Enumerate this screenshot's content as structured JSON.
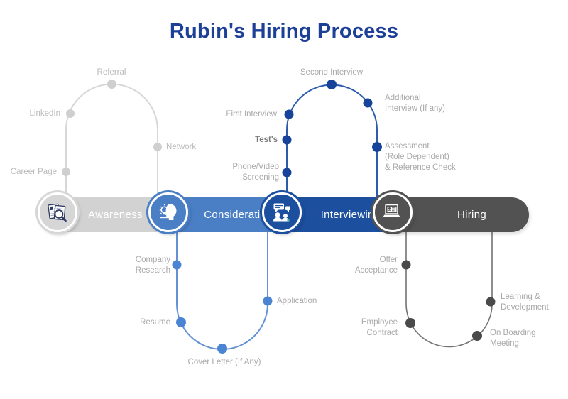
{
  "title": "Rubin's Hiring Process",
  "colors": {
    "title": "#1c3f97",
    "awareness_band": "#d2d2d2",
    "consideration_band": "#4a7ec5",
    "interviewing_band": "#1c4f9e",
    "hiring_band": "#525252",
    "consideration_arc": "#6392d4",
    "interviewing_arc": "#2b5cab",
    "awareness_arc": "#d7d7d7",
    "hiring_arc": "#737373"
  },
  "stages": [
    {
      "label": "Awareness",
      "icon": "resume-search-icon",
      "steps": [
        "Career Page",
        "LinkedIn",
        "Referral",
        "Network"
      ]
    },
    {
      "label": "Consideration",
      "icon": "idea-head-icon",
      "steps": [
        "Company\nResearch",
        "Resume",
        "Cover Letter (If Any)",
        "Application"
      ]
    },
    {
      "label": "Interviewing",
      "icon": "interview-chat-icon",
      "steps": [
        "Phone/Video\nScreening",
        "Test's",
        "First Interview",
        "Second Interview",
        "Additional\nInterview (If any)",
        "Assessment\n(Role Dependent)\n& Reference Check"
      ]
    },
    {
      "label": "Hiring",
      "icon": "laptop-id-icon",
      "steps": [
        "Offer\nAcceptance",
        "Employee\nContract",
        "On Boarding\nMeeting",
        "Learning &\nDevelopment"
      ]
    }
  ]
}
